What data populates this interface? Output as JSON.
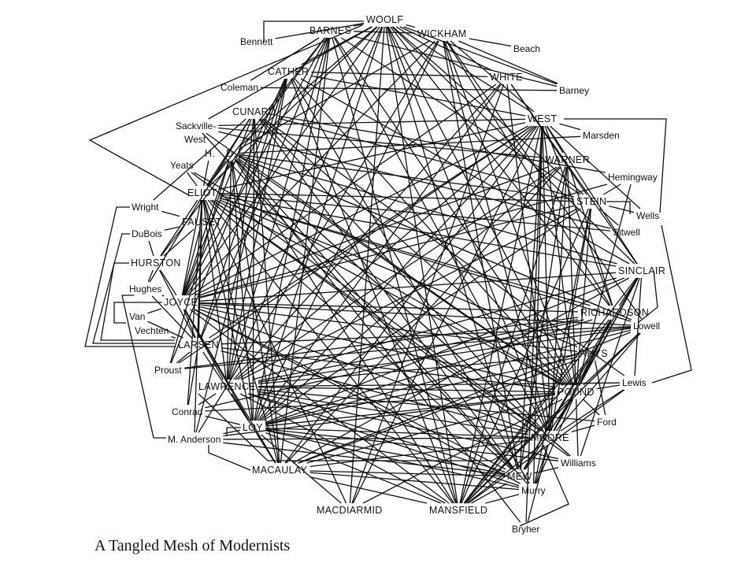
{
  "caption": "A Tangled Mesh of Modernists",
  "diagram": {
    "nodes": [
      {
        "id": "woolf",
        "label": "WOOLF"
      },
      {
        "id": "bennett",
        "label": "Bennett"
      },
      {
        "id": "barnes",
        "label": "BARNES"
      },
      {
        "id": "wickham",
        "label": "WICKHAM"
      },
      {
        "id": "beach",
        "label": "Beach"
      },
      {
        "id": "cather",
        "label": "CATHER"
      },
      {
        "id": "white",
        "label": "WHITE"
      },
      {
        "id": "coleman",
        "label": "Coleman"
      },
      {
        "id": "barney",
        "label": "Barney"
      },
      {
        "id": "cunard",
        "label": "CUNARD"
      },
      {
        "id": "west",
        "label": "WEST"
      },
      {
        "id": "sackville",
        "label": "Sackville-"
      },
      {
        "id": "sackville2",
        "label": "West"
      },
      {
        "id": "marsden",
        "label": "Marsden"
      },
      {
        "id": "hdh",
        "label": "H."
      },
      {
        "id": "hdd",
        "label": "D."
      },
      {
        "id": "yeats",
        "label": "Yeats"
      },
      {
        "id": "warner",
        "label": "WARNER"
      },
      {
        "id": "hemingway",
        "label": "Hemingway"
      },
      {
        "id": "eliot",
        "label": "ELIOT"
      },
      {
        "id": "stein",
        "label": "STEIN"
      },
      {
        "id": "wright",
        "label": "Wright"
      },
      {
        "id": "wells",
        "label": "Wells"
      },
      {
        "id": "fauset",
        "label": "FAUSET"
      },
      {
        "id": "sitwell",
        "label": "Sitwell"
      },
      {
        "id": "dubois",
        "label": "DuBois"
      },
      {
        "id": "hurston",
        "label": "HURSTON"
      },
      {
        "id": "sinclair",
        "label": "SINCLAIR"
      },
      {
        "id": "hughes",
        "label": "Hughes"
      },
      {
        "id": "joyce",
        "label": "JOYCE"
      },
      {
        "id": "van",
        "label": "Van"
      },
      {
        "id": "richardson",
        "label": "RICHARDSON"
      },
      {
        "id": "vechten",
        "label": "Vechten"
      },
      {
        "id": "lowell",
        "label": "Lowell"
      },
      {
        "id": "larsen",
        "label": "LARSEN"
      },
      {
        "id": "rhys",
        "label": "RHYS"
      },
      {
        "id": "proust",
        "label": "Proust"
      },
      {
        "id": "lewis",
        "label": "Lewis"
      },
      {
        "id": "lawrence",
        "label": "LAWRENCE"
      },
      {
        "id": "pound",
        "label": "POUND"
      },
      {
        "id": "conrad",
        "label": "Conrad"
      },
      {
        "id": "ford",
        "label": "Ford"
      },
      {
        "id": "loy",
        "label": "LOY"
      },
      {
        "id": "moore",
        "label": "MOORE"
      },
      {
        "id": "manderson",
        "label": "M. Anderson"
      },
      {
        "id": "williams",
        "label": "Williams"
      },
      {
        "id": "macaulay",
        "label": "MACAULAY"
      },
      {
        "id": "mew",
        "label": "MEW"
      },
      {
        "id": "murry",
        "label": "Murry"
      },
      {
        "id": "macdiarmid",
        "label": "MACDIARMID"
      },
      {
        "id": "mansfield",
        "label": "MANSFIELD"
      },
      {
        "id": "bryher",
        "label": "Bryher"
      }
    ],
    "edges": [
      [
        "woolf",
        "barnes"
      ],
      [
        "woolf",
        "wickham"
      ],
      [
        "woolf",
        "bennett"
      ],
      [
        "woolf",
        "cather"
      ],
      [
        "woolf",
        "white"
      ],
      [
        "woolf",
        "west"
      ],
      [
        "woolf",
        "barney"
      ],
      [
        "woolf",
        "eliot"
      ],
      [
        "woolf",
        "hdd"
      ],
      [
        "woolf",
        "loy"
      ],
      [
        "woolf",
        "moore"
      ],
      [
        "woolf",
        "mew"
      ],
      [
        "woolf",
        "mansfield"
      ],
      [
        "woolf",
        "pound"
      ],
      [
        "woolf",
        "lawrence"
      ],
      [
        "woolf",
        "joyce"
      ],
      [
        "woolf",
        "stein"
      ],
      [
        "woolf",
        "sinclair"
      ],
      [
        "woolf",
        "richardson"
      ],
      [
        "woolf",
        "macdiarmid"
      ],
      [
        "woolf",
        "sackville"
      ],
      [
        "barnes",
        "wickham"
      ],
      [
        "barnes",
        "coleman"
      ],
      [
        "barnes",
        "barney"
      ],
      [
        "barnes",
        "loy"
      ],
      [
        "barnes",
        "joyce"
      ],
      [
        "barnes",
        "pound"
      ],
      [
        "barnes",
        "moore"
      ],
      [
        "barnes",
        "mansfield"
      ],
      [
        "barnes",
        "stein"
      ],
      [
        "barnes",
        "eliot"
      ],
      [
        "barnes",
        "lawrence"
      ],
      [
        "barnes",
        "macaulay"
      ],
      [
        "barnes",
        "hurston"
      ],
      [
        "barnes",
        "larsen"
      ],
      [
        "wickham",
        "beach"
      ],
      [
        "wickham",
        "west"
      ],
      [
        "wickham",
        "barney"
      ],
      [
        "wickham",
        "joyce"
      ],
      [
        "wickham",
        "lowell"
      ],
      [
        "wickham",
        "pound"
      ],
      [
        "wickham",
        "mew"
      ],
      [
        "wickham",
        "moore"
      ],
      [
        "wickham",
        "loy"
      ],
      [
        "wickham",
        "manderson"
      ],
      [
        "wickham",
        "hdd"
      ],
      [
        "wickham",
        "richardson"
      ],
      [
        "cather",
        "white"
      ],
      [
        "cather",
        "west"
      ],
      [
        "cather",
        "joyce"
      ],
      [
        "cather",
        "lawrence"
      ],
      [
        "cather",
        "sinclair"
      ],
      [
        "cather",
        "pound"
      ],
      [
        "cather",
        "manderson"
      ],
      [
        "cather",
        "mansfield"
      ],
      [
        "cather",
        "murry"
      ],
      [
        "cather",
        "larsen"
      ],
      [
        "cather",
        "proust"
      ],
      [
        "coleman",
        "barney"
      ],
      [
        "coleman",
        "barnes"
      ],
      [
        "white",
        "lawrence"
      ],
      [
        "white",
        "stein"
      ],
      [
        "white",
        "loy"
      ],
      [
        "white",
        "moore"
      ],
      [
        "white",
        "macdiarmid"
      ],
      [
        "white",
        "sinclair"
      ],
      [
        "white",
        "joyce"
      ],
      [
        "cunard",
        "eliot"
      ],
      [
        "cunard",
        "joyce"
      ],
      [
        "cunard",
        "wright"
      ],
      [
        "cunard",
        "hughes"
      ],
      [
        "cunard",
        "pound"
      ],
      [
        "cunard",
        "loy"
      ],
      [
        "cunard",
        "mew"
      ],
      [
        "cunard",
        "moore"
      ],
      [
        "cunard",
        "lawrence"
      ],
      [
        "cunard",
        "macaulay"
      ],
      [
        "cunard",
        "stein"
      ],
      [
        "cunard",
        "hemingway"
      ],
      [
        "cunard",
        "lewis"
      ],
      [
        "west",
        "sackville"
      ],
      [
        "west",
        "wells"
      ],
      [
        "west",
        "warner"
      ],
      [
        "west",
        "marsden"
      ],
      [
        "west",
        "joyce"
      ],
      [
        "west",
        "loy"
      ],
      [
        "west",
        "richardson"
      ],
      [
        "west",
        "sinclair"
      ],
      [
        "west",
        "lawrence"
      ],
      [
        "west",
        "mew"
      ],
      [
        "west",
        "moore"
      ],
      [
        "west",
        "macdiarmid"
      ],
      [
        "west",
        "pound"
      ],
      [
        "west",
        "eliot"
      ],
      [
        "west",
        "larsen"
      ],
      [
        "west",
        "macaulay"
      ],
      [
        "west",
        "murry"
      ],
      [
        "west",
        "mansfield"
      ],
      [
        "west",
        "bryher"
      ],
      [
        "west",
        "proust"
      ],
      [
        "sackville",
        "warner"
      ],
      [
        "sackville",
        "mew"
      ],
      [
        "sackville",
        "pound"
      ],
      [
        "sackville",
        "sitwell"
      ],
      [
        "hdh",
        "eliot"
      ],
      [
        "hdd",
        "eliot"
      ],
      [
        "hdd",
        "joyce"
      ],
      [
        "hdd",
        "lawrence"
      ],
      [
        "hdd",
        "loy"
      ],
      [
        "hdd",
        "moore"
      ],
      [
        "hdd",
        "pound"
      ],
      [
        "hdd",
        "bryher"
      ],
      [
        "hdd",
        "sinclair"
      ],
      [
        "hdd",
        "lowell"
      ],
      [
        "hdd",
        "richardson"
      ],
      [
        "hdd",
        "stein"
      ],
      [
        "hdd",
        "marsden"
      ],
      [
        "hdd",
        "murry"
      ],
      [
        "hdd",
        "macaulay"
      ],
      [
        "hdd",
        "proust"
      ],
      [
        "hdd",
        "mansfield"
      ],
      [
        "hdd",
        "williams"
      ],
      [
        "yeats",
        "eliot"
      ],
      [
        "yeats",
        "pound"
      ],
      [
        "yeats",
        "moore"
      ],
      [
        "warner",
        "loy"
      ],
      [
        "warner",
        "joyce"
      ],
      [
        "warner",
        "moore"
      ],
      [
        "warner",
        "mansfield"
      ],
      [
        "warner",
        "lawrence"
      ],
      [
        "warner",
        "macaulay"
      ],
      [
        "warner",
        "pound"
      ],
      [
        "warner",
        "richardson"
      ],
      [
        "warner",
        "mew"
      ],
      [
        "hemingway",
        "stein"
      ],
      [
        "hemingway",
        "joyce"
      ],
      [
        "hemingway",
        "pound"
      ],
      [
        "eliot",
        "stein"
      ],
      [
        "eliot",
        "sinclair"
      ],
      [
        "eliot",
        "richardson"
      ],
      [
        "eliot",
        "lowell"
      ],
      [
        "eliot",
        "pound"
      ],
      [
        "eliot",
        "moore"
      ],
      [
        "eliot",
        "mew"
      ],
      [
        "eliot",
        "loy"
      ],
      [
        "eliot",
        "joyce"
      ],
      [
        "eliot",
        "macaulay"
      ],
      [
        "eliot",
        "mansfield"
      ],
      [
        "eliot",
        "williams"
      ],
      [
        "eliot",
        "hurston"
      ],
      [
        "eliot",
        "conrad"
      ],
      [
        "eliot",
        "lawrence"
      ],
      [
        "eliot",
        "macdiarmid"
      ],
      [
        "eliot",
        "larsen"
      ],
      [
        "eliot",
        "rhys"
      ],
      [
        "eliot",
        "manderson"
      ],
      [
        "eliot",
        "sitwell"
      ],
      [
        "stein",
        "wells"
      ],
      [
        "stein",
        "sitwell"
      ],
      [
        "stein",
        "joyce"
      ],
      [
        "stein",
        "loy"
      ],
      [
        "stein",
        "moore"
      ],
      [
        "stein",
        "pound"
      ],
      [
        "stein",
        "mansfield"
      ],
      [
        "stein",
        "lawrence"
      ],
      [
        "stein",
        "murry"
      ],
      [
        "fauset",
        "wright"
      ],
      [
        "fauset",
        "joyce"
      ],
      [
        "fauset",
        "hurston"
      ],
      [
        "fauset",
        "larsen"
      ],
      [
        "fauset",
        "dubois"
      ],
      [
        "dubois",
        "hurston"
      ],
      [
        "hurston",
        "hughes"
      ],
      [
        "hurston",
        "larsen"
      ],
      [
        "hurston",
        "joyce"
      ],
      [
        "hughes",
        "joyce"
      ],
      [
        "hughes",
        "larsen"
      ],
      [
        "van",
        "larsen"
      ],
      [
        "van",
        "joyce"
      ],
      [
        "vechten",
        "larsen"
      ],
      [
        "sinclair",
        "joyce"
      ],
      [
        "sinclair",
        "richardson"
      ],
      [
        "sinclair",
        "lawrence"
      ],
      [
        "sinclair",
        "loy"
      ],
      [
        "sinclair",
        "moore"
      ],
      [
        "sinclair",
        "pound"
      ],
      [
        "sinclair",
        "mansfield"
      ],
      [
        "sinclair",
        "macaulay"
      ],
      [
        "sinclair",
        "mew"
      ],
      [
        "sinclair",
        "lewis"
      ],
      [
        "sinclair",
        "williams"
      ],
      [
        "joyce",
        "richardson"
      ],
      [
        "joyce",
        "lowell"
      ],
      [
        "joyce",
        "pound"
      ],
      [
        "joyce",
        "moore"
      ],
      [
        "joyce",
        "mew"
      ],
      [
        "joyce",
        "loy"
      ],
      [
        "joyce",
        "larsen"
      ],
      [
        "joyce",
        "lawrence"
      ],
      [
        "joyce",
        "macaulay"
      ],
      [
        "joyce",
        "mansfield"
      ],
      [
        "joyce",
        "murry"
      ],
      [
        "joyce",
        "rhys"
      ],
      [
        "richardson",
        "lowell"
      ],
      [
        "richardson",
        "pound"
      ],
      [
        "richardson",
        "moore"
      ],
      [
        "richardson",
        "loy"
      ],
      [
        "richardson",
        "lawrence"
      ],
      [
        "richardson",
        "mansfield"
      ],
      [
        "richardson",
        "mew"
      ],
      [
        "richardson",
        "proust"
      ],
      [
        "richardson",
        "conrad"
      ],
      [
        "lowell",
        "pound"
      ],
      [
        "lowell",
        "moore"
      ],
      [
        "lowell",
        "loy"
      ],
      [
        "lowell",
        "lawrence"
      ],
      [
        "lowell",
        "larsen"
      ],
      [
        "lowell",
        "macaulay"
      ],
      [
        "lowell",
        "mansfield"
      ],
      [
        "lowell",
        "proust"
      ],
      [
        "larsen",
        "proust"
      ],
      [
        "larsen",
        "pound"
      ],
      [
        "larsen",
        "loy"
      ],
      [
        "larsen",
        "conrad"
      ],
      [
        "larsen",
        "moore"
      ],
      [
        "rhys",
        "pound"
      ],
      [
        "rhys",
        "ford"
      ],
      [
        "rhys",
        "loy"
      ],
      [
        "rhys",
        "lawrence"
      ],
      [
        "rhys",
        "mansfield"
      ],
      [
        "rhys",
        "macaulay"
      ],
      [
        "rhys",
        "moore"
      ],
      [
        "lawrence",
        "pound"
      ],
      [
        "lawrence",
        "moore"
      ],
      [
        "lawrence",
        "mansfield"
      ],
      [
        "lawrence",
        "murry"
      ],
      [
        "lawrence",
        "mew"
      ],
      [
        "lawrence",
        "macaulay"
      ],
      [
        "lawrence",
        "lewis"
      ],
      [
        "lawrence",
        "conrad"
      ],
      [
        "lawrence",
        "williams"
      ],
      [
        "lawrence",
        "ford"
      ],
      [
        "pound",
        "lewis"
      ],
      [
        "pound",
        "ford"
      ],
      [
        "pound",
        "loy"
      ],
      [
        "pound",
        "moore"
      ],
      [
        "pound",
        "mew"
      ],
      [
        "pound",
        "macaulay"
      ],
      [
        "pound",
        "mansfield"
      ],
      [
        "pound",
        "williams"
      ],
      [
        "pound",
        "murry"
      ],
      [
        "pound",
        "conrad"
      ],
      [
        "pound",
        "macdiarmid"
      ],
      [
        "pound",
        "manderson"
      ],
      [
        "loy",
        "moore"
      ],
      [
        "loy",
        "mew"
      ],
      [
        "loy",
        "macaulay"
      ],
      [
        "loy",
        "manderson"
      ],
      [
        "loy",
        "williams"
      ],
      [
        "loy",
        "murry"
      ],
      [
        "loy",
        "mansfield"
      ],
      [
        "loy",
        "macdiarmid"
      ],
      [
        "loy",
        "conrad"
      ],
      [
        "moore",
        "williams"
      ],
      [
        "moore",
        "mew"
      ],
      [
        "moore",
        "macaulay"
      ],
      [
        "moore",
        "manderson"
      ],
      [
        "moore",
        "mansfield"
      ],
      [
        "moore",
        "bryher"
      ],
      [
        "moore",
        "murry"
      ],
      [
        "moore",
        "lewis"
      ],
      [
        "moore",
        "ford"
      ],
      [
        "macaulay",
        "mew"
      ],
      [
        "macaulay",
        "murry"
      ],
      [
        "macaulay",
        "mansfield"
      ],
      [
        "mew",
        "mansfield"
      ],
      [
        "murry",
        "mansfield"
      ],
      [
        "mansfield",
        "lowell"
      ],
      [
        "mansfield",
        "lewis"
      ],
      [
        "mew",
        "manderson"
      ],
      [
        "mew",
        "williams"
      ]
    ]
  }
}
